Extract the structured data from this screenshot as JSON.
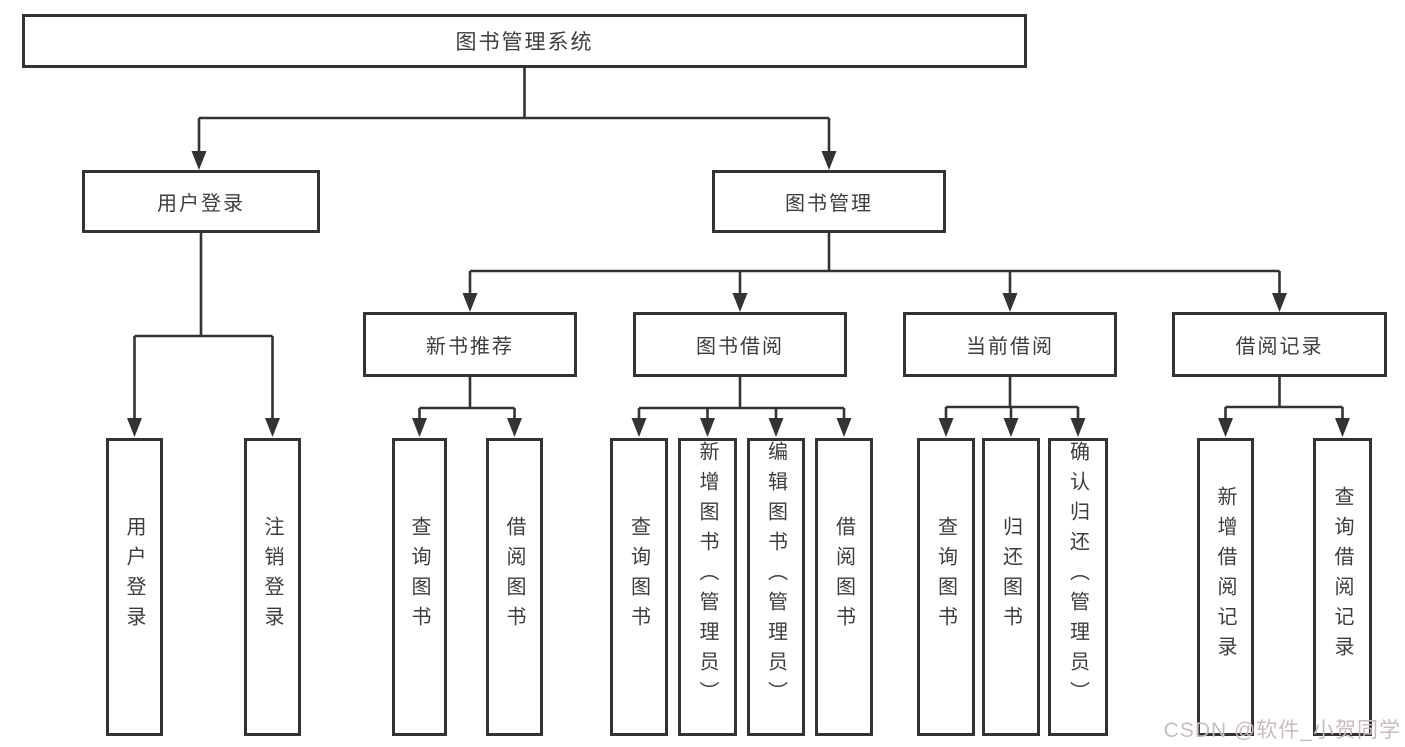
{
  "tree": {
    "label": "图书管理系统",
    "children": [
      {
        "label": "用户登录",
        "children": [
          {
            "label": "用户登录"
          },
          {
            "label": "注销登录"
          }
        ]
      },
      {
        "label": "图书管理",
        "children": [
          {
            "label": "新书推荐",
            "children": [
              {
                "label": "查询图书"
              },
              {
                "label": "借阅图书"
              }
            ]
          },
          {
            "label": "图书借阅",
            "children": [
              {
                "label": "查询图书"
              },
              {
                "label": "新增图书（管理员）"
              },
              {
                "label": "编辑图书（管理员）"
              },
              {
                "label": "借阅图书"
              }
            ]
          },
          {
            "label": "当前借阅",
            "children": [
              {
                "label": "查询图书"
              },
              {
                "label": "归还图书"
              },
              {
                "label": "确认归还（管理员）"
              }
            ]
          },
          {
            "label": "借阅记录",
            "children": [
              {
                "label": "新增借阅记录"
              },
              {
                "label": "查询借阅记录"
              }
            ]
          }
        ]
      }
    ]
  },
  "watermark": {
    "text": "CSDN @软件_小贺同学"
  },
  "colors": {
    "line": "#333333",
    "box_border": "#333333",
    "text": "#3d3d3d",
    "watermark": "#c8bcbe",
    "background": "#ffffff"
  }
}
